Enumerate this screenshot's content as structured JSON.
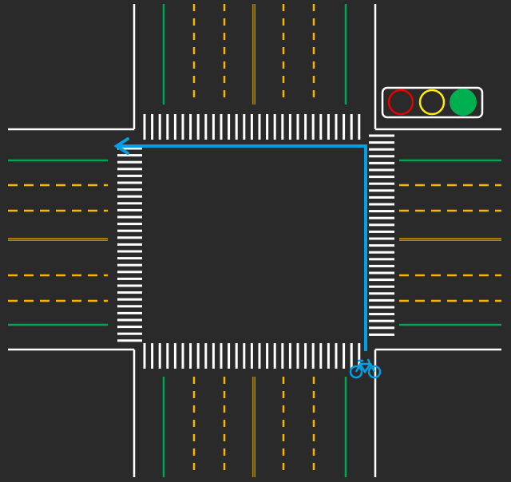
{
  "colors": {
    "road": "#2a2a2a",
    "curb": "#ffffff",
    "crosswalk": "#ffffff",
    "lane_edge": "#00a651",
    "lane_dashed": "#f7b500",
    "center_line": "#c8960a",
    "path": "#00a0e6",
    "light_red": "#e60000",
    "light_yellow": "#ffee00",
    "light_green": "#00b050",
    "light_frame": "#ffffff"
  },
  "traffic_light": {
    "active": "green",
    "lights": [
      "red",
      "yellow",
      "green"
    ]
  },
  "route": {
    "icon": "bicycle-icon",
    "turn": "left",
    "arrow": "arrow-left-icon"
  }
}
